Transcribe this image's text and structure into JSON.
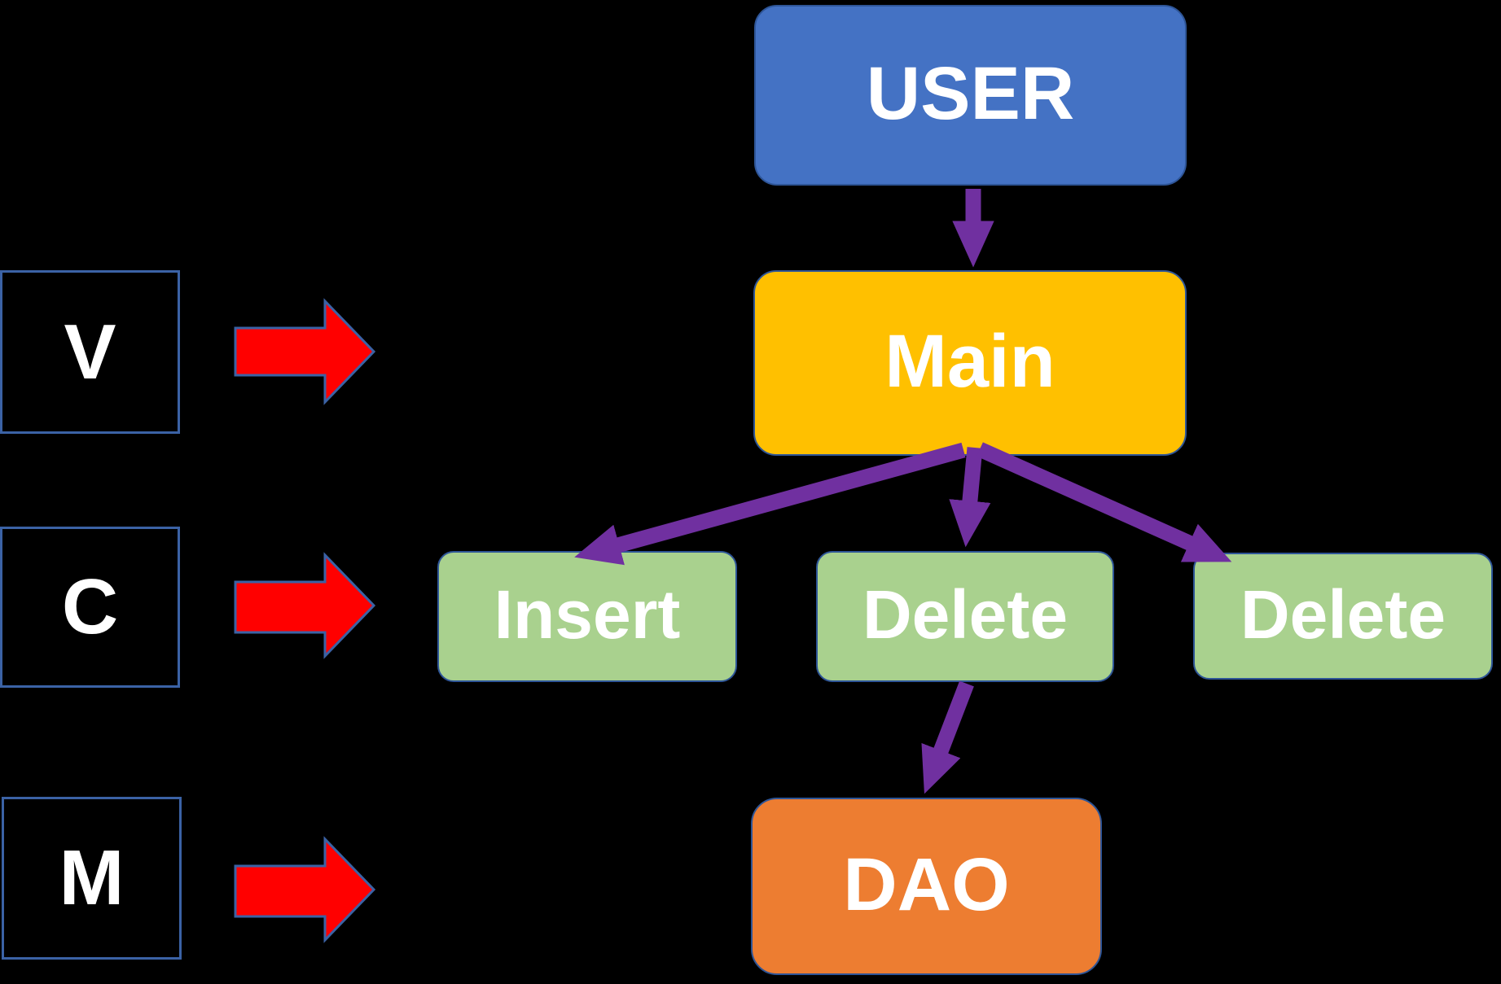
{
  "canvas": {
    "description": "MVC pattern flow diagram slide on black background"
  },
  "colors": {
    "page_background": "#000000",
    "user_box": "#4472C4",
    "main_box": "#FFC000",
    "action_box": "#A9D18E",
    "dao_box": "#ED7D31",
    "arrow_purple": "#7030A0",
    "arrow_red": "#FF0000",
    "shape_border": "#2E5597",
    "label_border": "#3B62A5",
    "text": "#FFFFFF"
  },
  "diagram": {
    "nodes": {
      "user": {
        "label": "USER"
      },
      "main": {
        "label": "Main"
      },
      "insert": {
        "label": "Insert"
      },
      "delete_center": {
        "label": "Delete"
      },
      "delete_right": {
        "label": "Delete"
      },
      "dao": {
        "label": "DAO"
      }
    },
    "legend": {
      "view": {
        "label": "V"
      },
      "controller": {
        "label": "C"
      },
      "model": {
        "label": "M"
      }
    },
    "edges": [
      {
        "from": "USER",
        "to": "Main"
      },
      {
        "from": "Main",
        "to": "Insert"
      },
      {
        "from": "Main",
        "to": "Delete (center)"
      },
      {
        "from": "Main",
        "to": "Delete (right)"
      },
      {
        "from": "Delete (center)",
        "to": "DAO"
      }
    ]
  }
}
